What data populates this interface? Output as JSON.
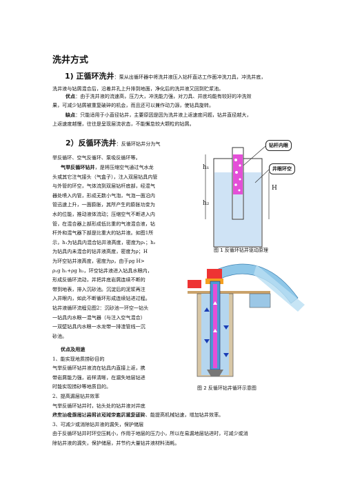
{
  "title": "洗井方式",
  "sec1": {
    "heading": "1) 正循环洗井",
    "intro": "：泵从出循环器中将洗井液压入钻杆直达工作面冲洗刀具，冲洗井底，",
    "line2": "洗井液与钻屑混合后，沿着井孔上升排到地面，净化后的洗井液又回到贮浆池。",
    "adv_label": "优点",
    "adv_text": "：由于洗井液的流速高，压力大，冲洗能力强，对刀具、井底均能有较好的冲洗效",
    "adv_line2": "果，可减少钻屑被重复破碎的机会，而且还可以兼作动力源，使钻具旋转。",
    "dis_label": "缺点",
    "dis_text": "：只能适用于小直径钻井，主要原因是因为洗井液上返速度问题，钻井直径越大，",
    "dis_line2": "上返速度越慢，往往是呈现层流状态，不能懈怠较大颗粒的钻屑。"
  },
  "sec2": {
    "heading": "2）反循环洗井",
    "intro": "：反循环钻井分为气",
    "line2": "举反循环、空气反循环、泵吸反循环等。",
    "lines": [
      [
        "气举反循环钻井",
        "，是将压缩空气通过气水龙"
      ],
      [
        "",
        "头或其它注气接头（气盒子），注入双层钻具内管"
      ],
      [
        "",
        "与外管的环空，气体流到双层钻杆底部，经混气"
      ],
      [
        "",
        "器处喷入内管，形成无数小气泡，气泡一面沿内"
      ],
      [
        "",
        "管迅速上升，一面膨胀，其所产生的膨胀功变为"
      ],
      [
        "",
        "水的位能，推动液体流动；压缩空气不断进入内"
      ],
      [
        "",
        "管，在混合器上部形成低比重的气液混合液，钻"
      ],
      [
        "",
        "杆外和混气器下部是比重大的钻井液。如图1所"
      ],
      [
        "",
        "示，h₁为钻具内混合钻井液高度，密度为ρ₁；h₂"
      ],
      [
        "",
        "为钻具内未混合的钻井液高度，密度为ρ；H"
      ],
      [
        "",
        "为环空钻井液高度，密度为ρ，由于ρg H>"
      ],
      [
        "",
        "ρ₁g h₁+ρg h₂，环空钻井液进入钻具水眼内，"
      ],
      [
        "",
        "形成反循环流动，并把井底岩屑连续不断的"
      ],
      [
        "",
        "带到地表，排入沉砂池。沉淀后的泥浆再注"
      ],
      [
        "",
        "入井眼内，如此不断循环形成连续钻进过程。"
      ],
      [
        "",
        "钻井液循环流程见图2：沉砂池一环空一钻头"
      ],
      [
        "",
        "一钻具内水眼一混气器（与注入空气混合）"
      ],
      [
        "",
        "一双壁钻具内水眼一水龙带一排渣管线一沉"
      ],
      [
        "",
        "砂池。"
      ]
    ]
  },
  "sec3": {
    "heading": "优点及用途",
    "items": [
      "1、能实现地质捞砂目的",
      "气举反循环钻井液流在钻具内直接上返，携",
      "带岩屑能力强，岩样清晰，在漏失地层钻进",
      "时能实现捞砂等地质目的。",
      "2、提高漏层钻井效率",
      "气举反循环钻井时，钻头处的钻井液对井底",
      "产生抽吸作用，岩屑被及时带走，减少压实"
    ],
    "full": [
      "效应，在漏层钻井时，可减少岩屑重复破碎、能提高机械钻速，增加钻井效率。",
      "3、可减少或消除钻井液的漏失，保护储层",
      "由于反循环钻井时环空压耗小，作用于地层的压力小，所以在易漏地层钻进时，可减少或消",
      "除钻井液的漏失，保护储层，并节约大量钻井液材料消耗。"
    ]
  },
  "fig1": {
    "caption": "图 1  反循环钻井驱动原理",
    "callout_top": "钻杆内眼",
    "callout_mid": "井眼环空",
    "label_h1": "h₁",
    "label_h2": "h₂",
    "label_H": "H"
  },
  "fig2": {
    "caption": "图 2  反循环钻井循环示意图"
  }
}
